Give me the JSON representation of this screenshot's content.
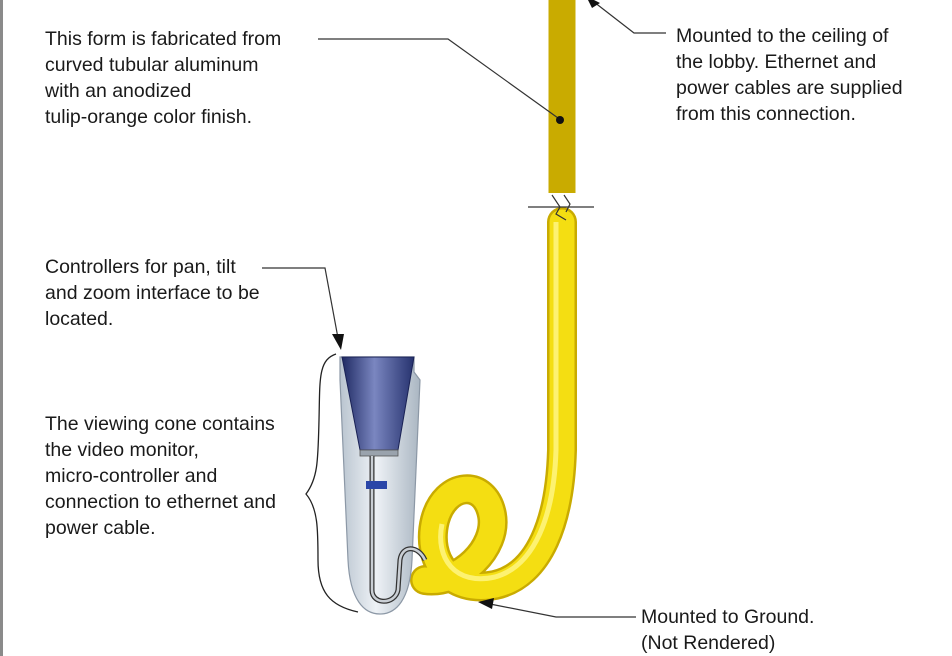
{
  "callouts": {
    "fabrication": {
      "lines": [
        "This form is fabricated from",
        "curved tubular aluminum",
        "with an anodized",
        "tulip-orange color finish."
      ]
    },
    "ceiling": {
      "lines": [
        "Mounted to the ceiling of",
        "the lobby. Ethernet and",
        "power cables are supplied",
        "from this connection."
      ]
    },
    "controllers": {
      "lines": [
        "Controllers for pan, tilt",
        "and zoom interface to be",
        "located."
      ]
    },
    "viewing_cone": {
      "lines": [
        "The viewing cone contains",
        "the video monitor,",
        "micro-controller and",
        "connection to ethernet and",
        "power cable."
      ]
    },
    "ground": {
      "lines": [
        "Mounted to Ground.",
        "(Not Rendered)"
      ]
    }
  },
  "colors": {
    "tube": "#f5e010",
    "tube_edge": "#c7a900",
    "cone_top": "#2e3a7c",
    "cone_glass": "#dfe6ee",
    "controller_marker": "#2a46a8",
    "leader_line": "#333333"
  }
}
